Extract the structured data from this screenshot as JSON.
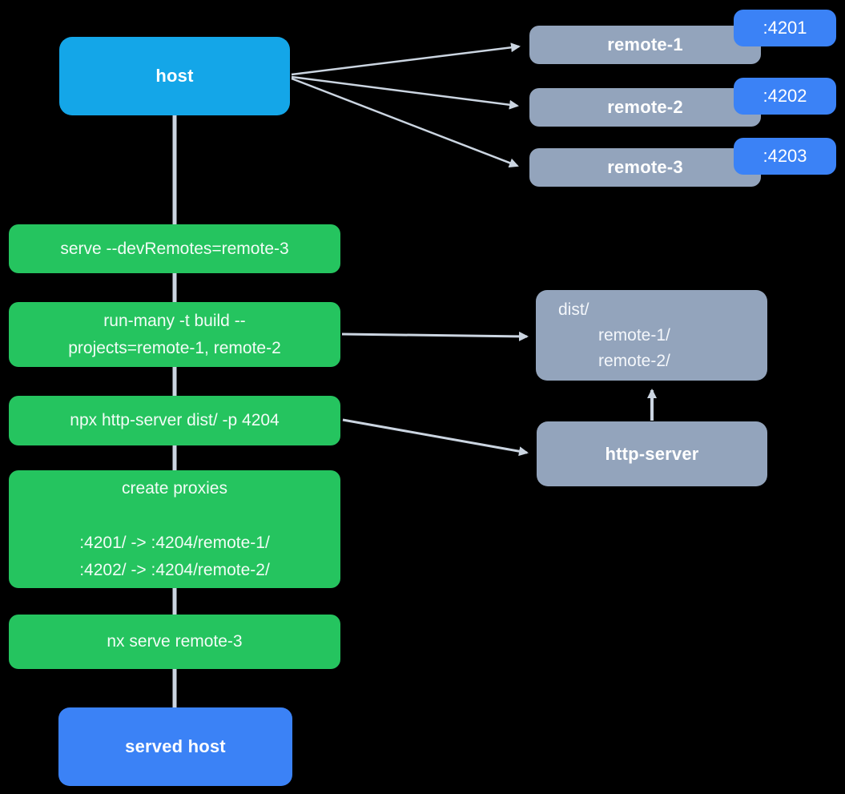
{
  "diagram": {
    "host": {
      "label": "host"
    },
    "served_host": {
      "label": "served host"
    },
    "remotes": [
      {
        "label": "remote-1",
        "port": ":4201"
      },
      {
        "label": "remote-2",
        "port": ":4202"
      },
      {
        "label": "remote-3",
        "port": ":4203"
      }
    ],
    "steps": [
      {
        "lines": [
          "serve --devRemotes=remote-3"
        ]
      },
      {
        "lines": [
          "run-many -t build --",
          "projects=remote-1, remote-2"
        ]
      },
      {
        "lines": [
          "npx http-server dist/ -p 4204"
        ]
      },
      {
        "lines": [
          "create proxies",
          "",
          ":4201/ -> :4204/remote-1/",
          ":4202/ -> :4204/remote-2/"
        ]
      },
      {
        "lines": [
          "nx serve remote-3"
        ]
      }
    ],
    "dist": {
      "lines": [
        "dist/",
        "remote-1/",
        "remote-2/"
      ]
    },
    "http_server": {
      "label": "http-server"
    },
    "edges": [
      {
        "from": "host",
        "to": "remote-1"
      },
      {
        "from": "host",
        "to": "remote-2"
      },
      {
        "from": "host",
        "to": "remote-3"
      },
      {
        "from": "host",
        "to": "served host",
        "via": "command steps"
      },
      {
        "from": "run-many -t build --projects=remote-1, remote-2",
        "to": "dist/"
      },
      {
        "from": "npx http-server dist/ -p 4204",
        "to": "http-server"
      },
      {
        "from": "http-server",
        "to": "dist/"
      }
    ],
    "colors": {
      "background": "#000000",
      "host_fill": "#14a6e8",
      "port_fill": "#3b82f6",
      "served_host_fill": "#3b82f6",
      "step_fill": "#25c45f",
      "remote_fill": "#93a4bc",
      "connector": "#cbd5e1",
      "label_text": "#ffffff"
    }
  }
}
